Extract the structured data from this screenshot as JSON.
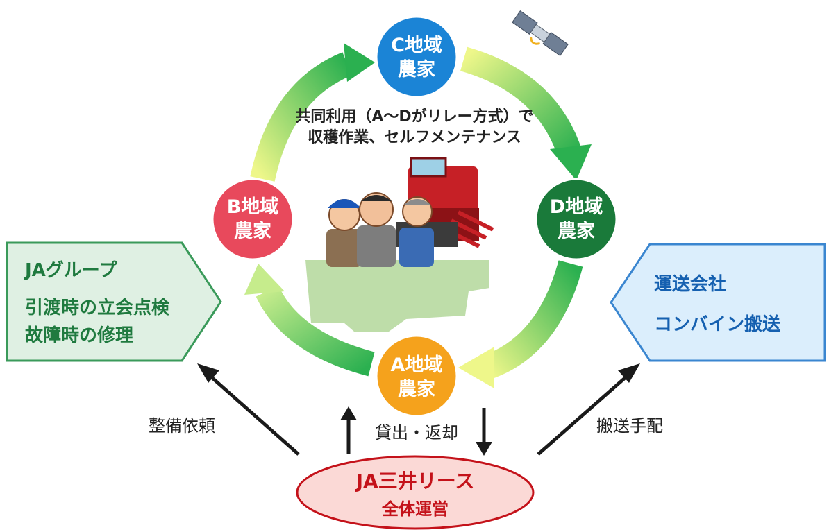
{
  "cycle": {
    "c_farm": {
      "line1": "C地域",
      "line2": "農家",
      "color": "#1b84d6"
    },
    "b_farm": {
      "line1": "B地域",
      "line2": "農家",
      "color": "#e8495c"
    },
    "d_farm": {
      "line1": "D地域",
      "line2": "農家",
      "color": "#1a7a3a"
    },
    "a_farm": {
      "line1": "A地域",
      "line2": "農家",
      "color": "#f5a21c"
    },
    "center_line1": "共同利用（A～Dがリレー方式）で",
    "center_line2": "収穫作業、セルフメンテナンス"
  },
  "ja_group": {
    "title": "JAグループ",
    "line1": "引渡時の立会点検",
    "line2": "故障時の修理",
    "fill": "#dff0e3",
    "stroke": "#3a9a5a"
  },
  "transport": {
    "title": "運送会社",
    "line1": "コンバイン搬送",
    "fill": "#dbeefc",
    "stroke": "#3a86d0"
  },
  "flows": {
    "maintenance_request": "整備依頼",
    "lend_return": "貸出・返却",
    "transport_arrange": "搬送手配"
  },
  "ja_mitsui": {
    "line1": "JA三井リース",
    "line2": "全体運営",
    "fill": "#fbd9d6",
    "stroke": "#c4121a"
  }
}
